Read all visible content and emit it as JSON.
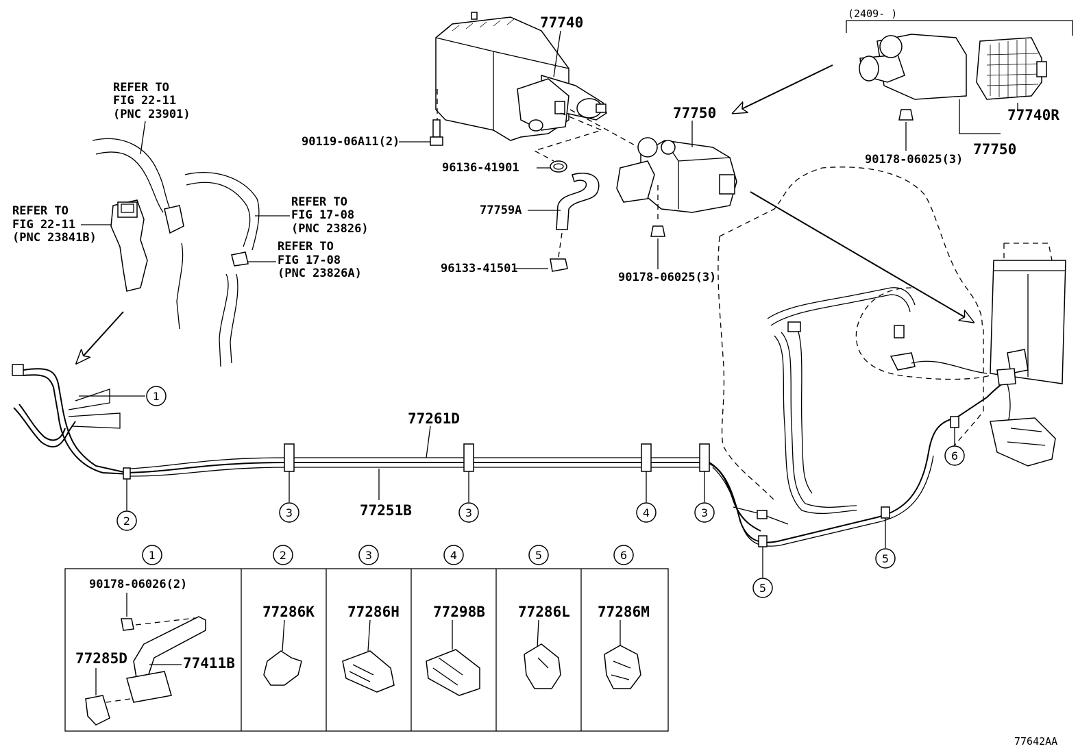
{
  "parts": {
    "canister": "77740",
    "bolt": "90119-06A11(2)",
    "clamp_upper": "96136-41901",
    "hose": "77759A",
    "clamp_lower": "96133-41501",
    "pump_module": "77750",
    "nut_center": "90178-06025(3)",
    "inset_date": "(2409-   )",
    "inset_canister": "77740R",
    "inset_pump": "77750",
    "inset_nut": "90178-06025(3)",
    "tube_upper": "77261D",
    "tube_lower": "77251B"
  },
  "refer": [
    {
      "line1": "REFER TO",
      "line2": "FIG 22-11",
      "line3": "(PNC 23901)"
    },
    {
      "line1": "REFER TO",
      "line2": "FIG 22-11",
      "line3": "(PNC 23841B)"
    },
    {
      "line1": "REFER TO",
      "line2": "FIG 17-08",
      "line3": "(PNC 23826)"
    },
    {
      "line1": "REFER TO",
      "line2": "FIG 17-08",
      "line3": "(PNC 23826A)"
    }
  ],
  "callouts": [
    "1",
    "2",
    "3",
    "4",
    "5",
    "6"
  ],
  "detail_boxes": [
    {
      "callout": "1",
      "nut": "90178-06026(2)",
      "part_a": "77285D",
      "part_b": "77411B"
    },
    {
      "callout": "2",
      "part": "77286K"
    },
    {
      "callout": "3",
      "part": "77286H"
    },
    {
      "callout": "4",
      "part": "77298B"
    },
    {
      "callout": "5",
      "part": "77286L"
    },
    {
      "callout": "6",
      "part": "77286M"
    }
  ],
  "figure_id": "77642AA"
}
